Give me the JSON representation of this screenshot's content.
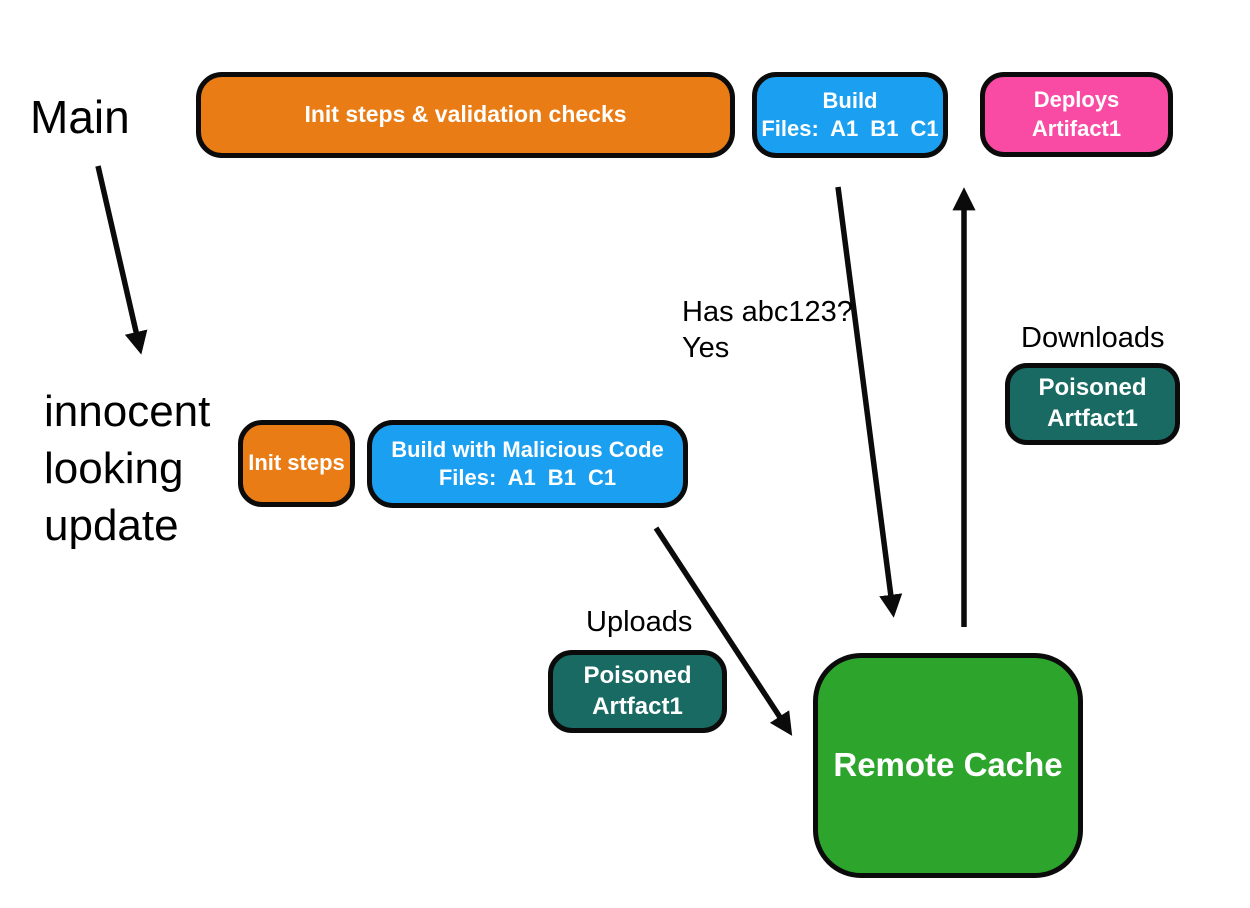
{
  "colors": {
    "orange": "#EA7C15",
    "blue": "#1B9FF1",
    "pink": "#F94BA4",
    "teal": "#186A62",
    "green": "#2DA52D",
    "outline": "#0B0B0B",
    "box_text": "#FFFFFF",
    "label_text": "#000000"
  },
  "labels": {
    "main": "Main",
    "innocent_line1": "innocent",
    "innocent_line2": "looking",
    "innocent_line3": "update",
    "has_hash_line1": "Has abc123?",
    "has_hash_line2": "Yes",
    "downloads": "Downloads",
    "uploads": "Uploads"
  },
  "nodes": {
    "init_validation": {
      "label": "Init steps & validation checks"
    },
    "build_main": {
      "line1": "Build",
      "line2": "Files: A1 B1 C1"
    },
    "deploys": {
      "line1": "Deploys",
      "line2": "Artifact1"
    },
    "init_steps": {
      "label": "Init steps"
    },
    "build_malicious": {
      "line1": "Build with Malicious Code",
      "line2": "Files: A1 B1 C1"
    },
    "poisoned_upload": {
      "line1": "Poisoned",
      "line2": "Artfact1"
    },
    "poisoned_download": {
      "line1": "Poisoned",
      "line2": "Artfact1"
    },
    "remote_cache": {
      "label": "Remote Cache"
    }
  },
  "arrows": [
    {
      "name": "main-to-update",
      "from": "Main",
      "to": "innocent looking update"
    },
    {
      "name": "build-to-cache",
      "from": "Build Files: A1 B1 C1",
      "to": "Remote Cache",
      "label": "Has abc123? Yes"
    },
    {
      "name": "cache-to-deploys",
      "from": "Remote Cache",
      "to": "Deploys Artifact1",
      "label": "Downloads Poisoned Artfact1"
    },
    {
      "name": "malicious-build-to-cache",
      "from": "Build with Malicious Code Files: A1 B1 C1",
      "to": "Remote Cache",
      "label": "Uploads Poisoned Artfact1"
    }
  ]
}
